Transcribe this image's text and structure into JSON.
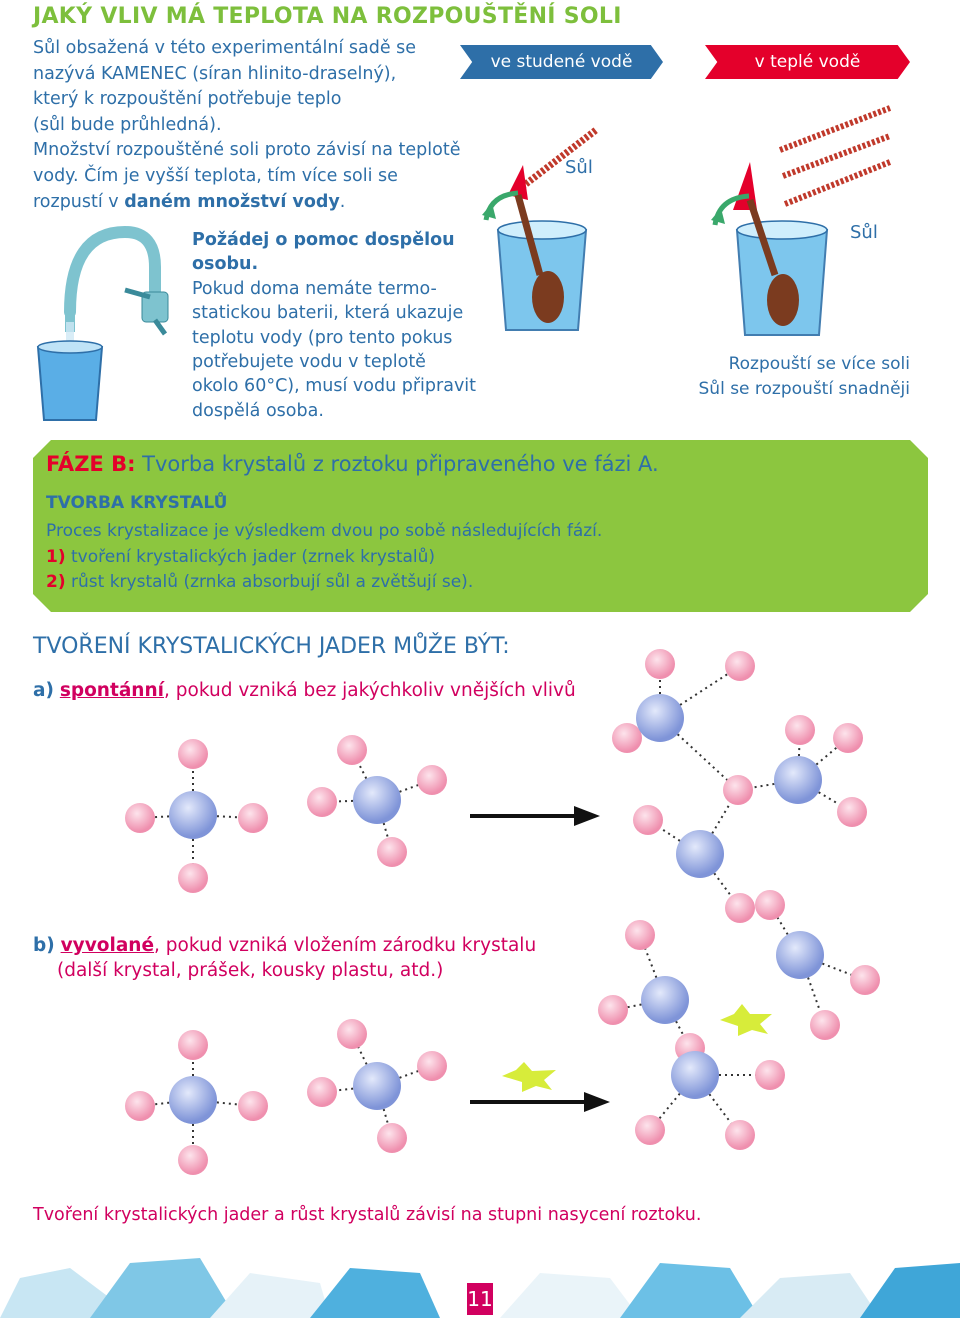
{
  "title": "JAKÝ VLIV MÁ TEPLOTA NA ROZPOUŠTĚNÍ SOLI",
  "intro": {
    "lines": [
      "Sůl obsažená v této experimentální sadě se",
      "nazývá KAMENEC (síran hlinito-draselný),",
      "který k rozpouštění potřebuje teplo",
      "(sůl bude průhledná).",
      "Množství rozpouštěné soli proto závisí na teplotě",
      "vody. Čím je vyšší teplota, tím více soli se",
      "rozpustí v "
    ],
    "bold_end": "daném množství vody",
    "period": "."
  },
  "help": {
    "heading1": "Požádej o pomoc dospělou",
    "heading2": "osobu.",
    "lines": [
      "Pokud doma nemáte termo-",
      "statickou baterii, která ukazuje",
      "teplotu vody (pro tento pokus",
      "potřebujete vodu v teplotě",
      "okolo 60°C), musí vodu připravit",
      "dospělá osoba."
    ]
  },
  "cold_tag": "ve studené vodě",
  "warm_tag": "v teplé vodě",
  "salt_label_cold": "Sůl",
  "salt_label_warm": "Sůl",
  "warm_caption": [
    "Rozpouští se více soli",
    "Sůl se rozpouští snadněji"
  ],
  "phase": {
    "prefix": "FÁZE B:",
    "title": " Tvorba krystalů z roztoku připraveného ve fázi A.",
    "subtitle": "TVORBA KRYSTALŮ",
    "line1": "Proces krystalizace je výsledkem dvou po sobě následujících fází.",
    "item1_num": "1)",
    "item1": " tvoření krystalických jader (zrnek krystalů)",
    "item2_num": "2)",
    "item2": " růst krystalů (zrnka absorbují sůl a zvětšují se)."
  },
  "section_heading": "TVOŘENÍ KRYSTALICKÝCH JADER MŮŽE BÝT:",
  "case_a": {
    "letter": "a)",
    "keyword": "spontánní",
    "rest": ", pokud vzniká bez jakýchkoliv vnějších vlivů"
  },
  "case_b": {
    "letter": "b)",
    "keyword": "vyvolané",
    "rest": ", pokud vzniká vložením zárodku krystalu",
    "line2": "(další krystal, prášek, kousky plastu, atd.)"
  },
  "final_note": "Tvoření krystalických jader a růst krystalů závisí na stupni nasycení roztoku.",
  "page_number": "11",
  "colors": {
    "blue": "#2e6fa8",
    "green": "#8cc63f",
    "red": "#e4002b",
    "magenta": "#d1005f",
    "atom_pink": "#f4a6bd",
    "atom_blue": "#8fa3e0",
    "seed_yellow": "#d7ec3a"
  }
}
